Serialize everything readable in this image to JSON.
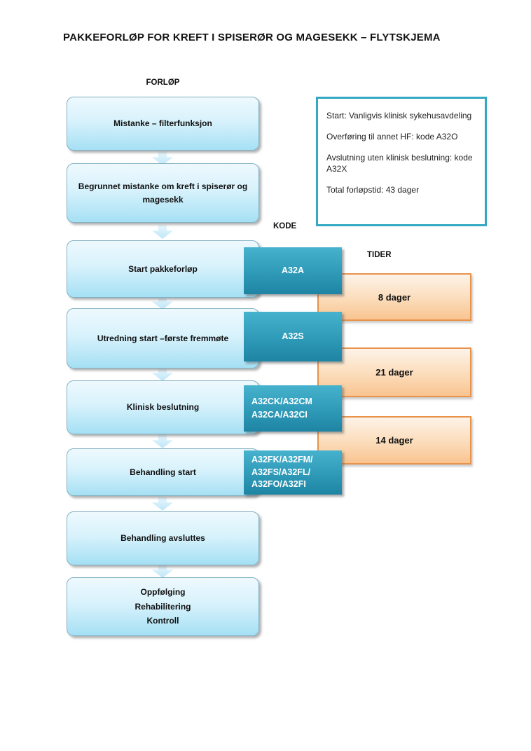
{
  "page": {
    "title": "PAKKEFORLØP FOR KREFT I SPISERØR OG MAGESEKK – FLYTSKJEMA"
  },
  "column_labels": {
    "forlop": "FORLØP",
    "kode": "KODE",
    "tider": "TIDER"
  },
  "flow_steps": [
    {
      "label": "Mistanke – filterfunksjon"
    },
    {
      "label": "Begrunnet mistanke om kreft i spiserør og magesekk"
    },
    {
      "label": "Start pakkeforløp"
    },
    {
      "label": "Utredning start –første fremmøte"
    },
    {
      "label": "Klinisk beslutning"
    },
    {
      "label": "Behandling start"
    },
    {
      "label": "Behandling avsluttes"
    },
    {
      "label": "Oppfølging\nRehabilitering\nKontroll"
    }
  ],
  "codes": [
    {
      "label": "A32A"
    },
    {
      "label": "A32S"
    },
    {
      "label": "A32CK/A32CM\nA32CA/A32CI"
    },
    {
      "label": "A32FK/A32FM/\nA32FS/A32FL/\nA32FO/A32FI"
    }
  ],
  "durations": [
    {
      "label": "8 dager"
    },
    {
      "label": "21 dager"
    },
    {
      "label": "14 dager"
    }
  ],
  "info_box": {
    "lines": [
      "Start: Vanligvis klinisk sykehusavdeling",
      "Overføring til annet HF: kode A32O",
      "Avslutning uten klinisk beslutning: kode A32X",
      "Total forløpstid: 43 dager"
    ]
  },
  "colors": {
    "flow_box_top": "#eef9fe",
    "flow_box_bottom": "#a5e0f4",
    "code_box_top": "#47b2cd",
    "code_box_bottom": "#1f84a3",
    "duration_border": "#e8924a",
    "duration_fill_top": "#fdf3e8",
    "duration_fill_bottom": "#f9c490",
    "info_border": "#35a8c2",
    "arrow_fill": "#bfe6f7"
  }
}
